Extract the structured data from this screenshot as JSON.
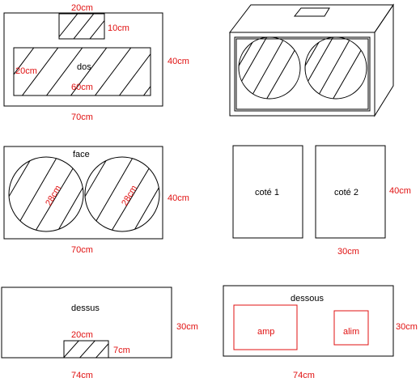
{
  "colors": {
    "line": "#000000",
    "dimension": "#e01010",
    "component_outline": "#e01010",
    "background": "#ffffff"
  },
  "back_panel": {
    "label": "dos",
    "port_width": "20cm",
    "port_height": "10cm",
    "terminal_height": "20cm",
    "terminal_width": "60cm",
    "height": "40cm",
    "width": "70cm"
  },
  "front_panel": {
    "label": "face",
    "left_speaker": "28cm",
    "right_speaker": "28cm",
    "height": "40cm",
    "width": "70cm"
  },
  "side_panels": {
    "left_label": "coté 1",
    "right_label": "coté 2",
    "height": "40cm",
    "depth": "30cm"
  },
  "top_panel": {
    "label": "dessus",
    "cutout_width": "20cm",
    "cutout_height": "7cm",
    "depth": "30cm",
    "width": "74cm"
  },
  "bottom_panel": {
    "label": "dessous",
    "amp_label": "amp",
    "psu_label": "alim",
    "depth": "30cm",
    "width": "74cm"
  }
}
